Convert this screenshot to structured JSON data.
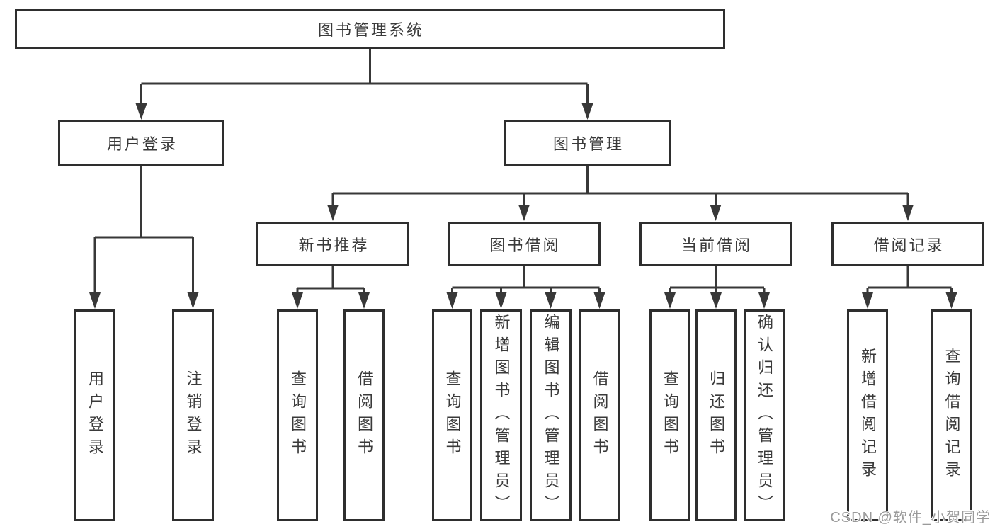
{
  "diagram": {
    "root": {
      "label": "图书管理系统"
    },
    "branches": [
      {
        "label": "用户登录",
        "children": [
          "用户登录",
          "注销登录"
        ]
      },
      {
        "label": "图书管理",
        "groups": [
          {
            "label": "新书推荐",
            "children": [
              "查询图书",
              "借阅图书"
            ]
          },
          {
            "label": "图书借阅",
            "children": [
              "查询图书",
              "新增图书（管理员）",
              "编辑图书（管理员）",
              "借阅图书"
            ]
          },
          {
            "label": "当前借阅",
            "children": [
              "查询图书",
              "归还图书",
              "确认归还（管理员）"
            ]
          },
          {
            "label": "借阅记录",
            "children": [
              "新增借阅记录",
              "查询借阅记录"
            ]
          }
        ]
      }
    ]
  },
  "watermark": "CSDN @软件_小贺同学",
  "colors": {
    "line": "#383838",
    "border": "#2e2e2e",
    "text": "#3a3a3a",
    "watermark": "#9a9a9a"
  }
}
